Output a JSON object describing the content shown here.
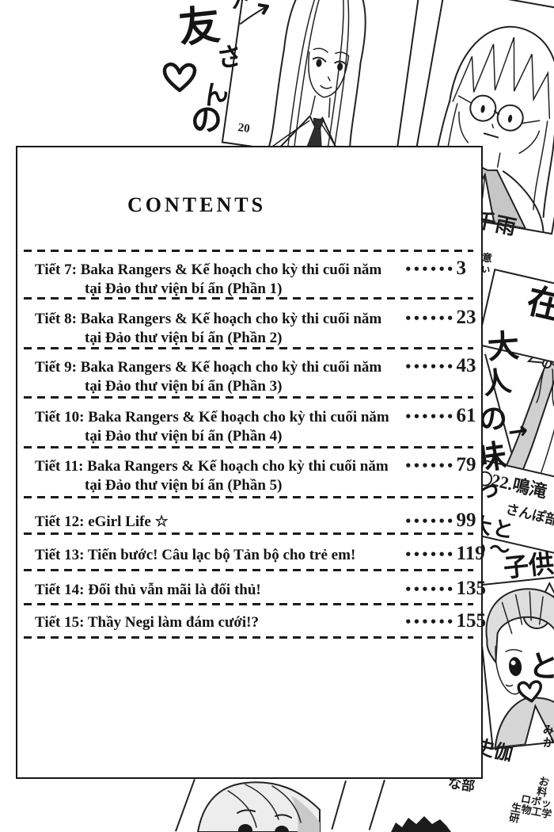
{
  "header": {
    "title": "CONTENTS"
  },
  "toc": {
    "leader_dots": "••••••",
    "entries": [
      {
        "line1": "Tiết 7: Baka Rangers & Kế hoạch cho kỳ thi cuối năm",
        "line2": "tại Đảo thư viện bí ẩn (Phần 1)",
        "page": "3"
      },
      {
        "line1": "Tiết 8: Baka Rangers & Kế hoạch cho kỳ thi cuối năm",
        "line2": "tại Đảo thư viện bí ẩn (Phần 2)",
        "page": "23"
      },
      {
        "line1": "Tiết 9: Baka Rangers & Kế hoạch cho kỳ thi cuối năm",
        "line2": "tại Đảo thư viện bí ẩn (Phần 3)",
        "page": "43"
      },
      {
        "line1": "Tiết 10: Baka Rangers & Kế hoạch cho kỳ thi cuối năm",
        "line2": "tại Đảo thư viện bí ẩn (Phần 4)",
        "page": "61"
      },
      {
        "line1": "Tiết 11: Baka Rangers & Kế hoạch cho kỳ thi cuối năm",
        "line2": "tại Đảo thư viện bí ẩn (Phần 5)",
        "page": "79"
      },
      {
        "line1": "Tiết 12: eGirl Life ☆",
        "line2": "",
        "page": "99"
      },
      {
        "line1": "Tiết 13: Tiến bước! Câu lạc bộ Tản bộ cho trẻ em!",
        "line2": "",
        "page": "119"
      },
      {
        "line1": "Tiết 14: Đối thủ vẫn mãi là đối thủ!",
        "line2": "",
        "page": "135"
      },
      {
        "line1": "Tiết 15: Thầy Negi làm đám cưới!?",
        "line2": "",
        "page": "155"
      }
    ]
  },
  "artwork": {
    "handwriting_top": {
      "chars": [
        "メ",
        "友",
        "さ",
        "ん",
        "の"
      ],
      "heart": "♡"
    },
    "photo_top": {
      "corner_text": "20"
    },
    "photo_glasses": {
      "caption": "千雨"
    },
    "scribble_small": "意ぃ",
    "kanji_card": "在",
    "scrawl_vertical": {
      "chars": [
        "大",
        "人",
        "の",
        "味",
        "っ"
      ],
      "arrow": "→"
    },
    "roster_card": {
      "line1": "22.鳴滝",
      "line2": "さんぽ部"
    },
    "scrawl_mid": "大とも〜",
    "scrawl_kids": "子供",
    "scrawl_to": "と",
    "photo_buns": {
      "caption": "史伽",
      "side_text": "みか"
    },
    "partial_text": "な部",
    "club_list": [
      "お料",
      "ロボッ",
      "生物工学研"
    ]
  },
  "colors": {
    "paper": "#ffffff",
    "ink": "#1a1a1a",
    "tone_gray": "#c9c9c9"
  }
}
